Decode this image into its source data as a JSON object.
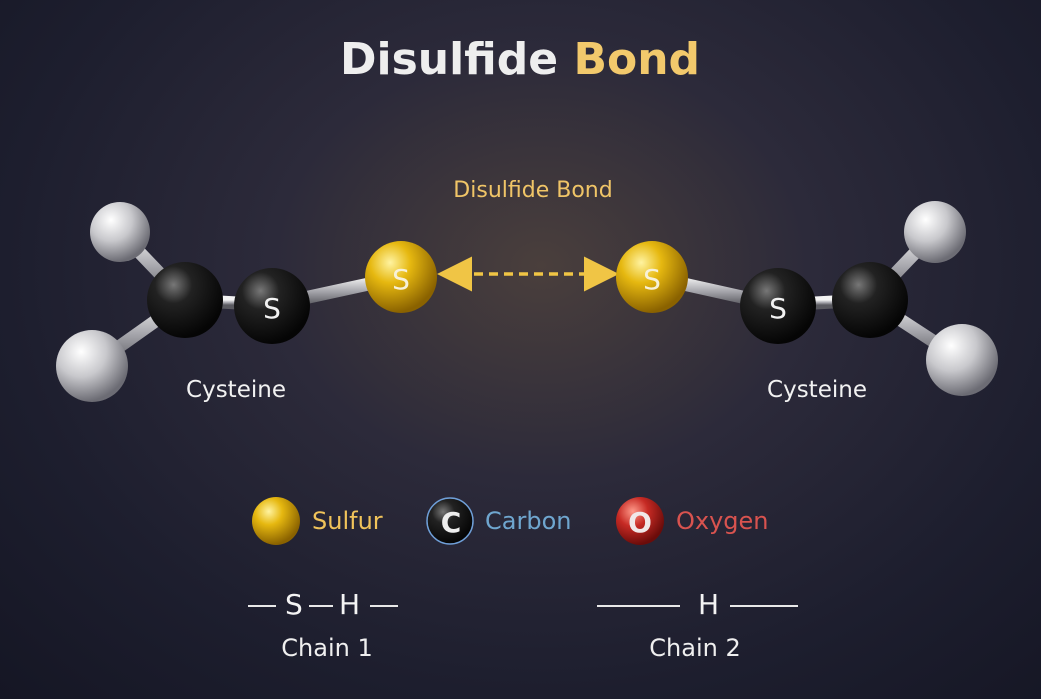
{
  "title": {
    "part1": "Disulfide",
    "part2": "Bond"
  },
  "bond_label": "Disulfide Bond",
  "molecules": {
    "left_label": "Cysteine",
    "right_label": "Cysteine",
    "atom_symbol": "S"
  },
  "legend": [
    {
      "symbol": "",
      "label": "Sulfur",
      "color": "#f0c35a"
    },
    {
      "symbol": "C",
      "label": "Carbon",
      "color": "#6fa6cf"
    },
    {
      "symbol": "O",
      "label": "Oxygen",
      "color": "#d9534f"
    }
  ],
  "chains": {
    "chain1": {
      "formula_s": "S",
      "formula_h": "H",
      "label": "Chain 1"
    },
    "chain2": {
      "formula_h": "H",
      "label": "Chain 2"
    }
  }
}
